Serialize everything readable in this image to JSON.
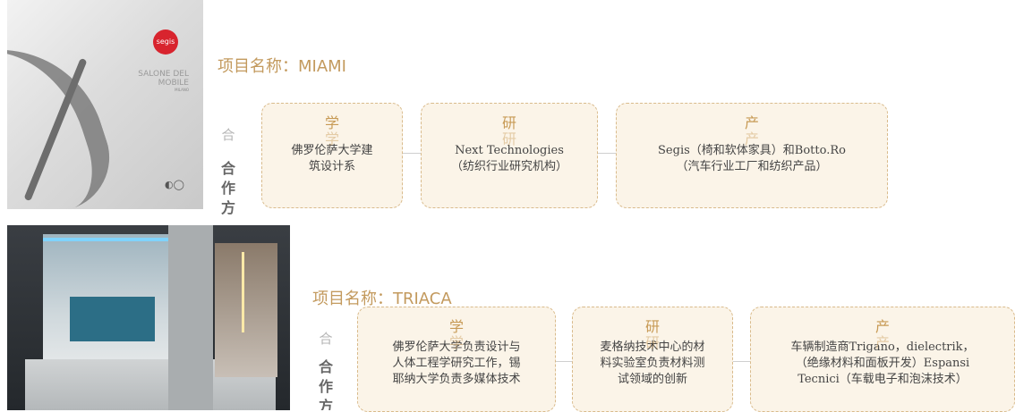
{
  "project1": {
    "title": "项目名称：MIAMI",
    "side_top": "合",
    "side_bold": [
      "合",
      "作",
      "方"
    ],
    "photo": {
      "badge": "segis",
      "headline": "SALONE DEL MOBILE",
      "subline": "MILANO",
      "logo": "◐◯"
    },
    "boxes": [
      {
        "head": "学",
        "ghost": "学",
        "lines": [
          "佛罗伦萨大学建",
          "筑设计系"
        ]
      },
      {
        "head": "研",
        "ghost": "研",
        "lines": [
          "Next Technologies",
          "（纺织行业研究机构）"
        ]
      },
      {
        "head": "产",
        "ghost": "产",
        "lines": [
          "Segis（椅和软体家具）和Botto.Ro",
          "（汽车行业工厂和纺织产品）"
        ]
      }
    ]
  },
  "project2": {
    "title": "项目名称：TRIACA",
    "side_top": "合",
    "side_bold": [
      "合",
      "作",
      "方"
    ],
    "boxes": [
      {
        "head": "学",
        "ghost": "学",
        "lines": [
          "佛罗伦萨大学负责设计与",
          "人体工程学研究工作，锡",
          "耶纳大学负责多媒体技术"
        ]
      },
      {
        "head": "研",
        "ghost": "研",
        "lines": [
          "麦格纳技术中心的材",
          "料实验室负责材料测",
          "试领域的创新"
        ]
      },
      {
        "head": "产",
        "ghost": "产",
        "lines": [
          "车辆制造商Trigano，dielectrik，",
          "（绝缘材料和面板开发）Espansi",
          "Tecnici（车载电子和泡沫技术）"
        ]
      }
    ]
  },
  "colors": {
    "title": "#c39a5e",
    "box_bg": "#fbf4e8",
    "box_border": "#d9bb8c",
    "box_head": "#c79a55"
  }
}
